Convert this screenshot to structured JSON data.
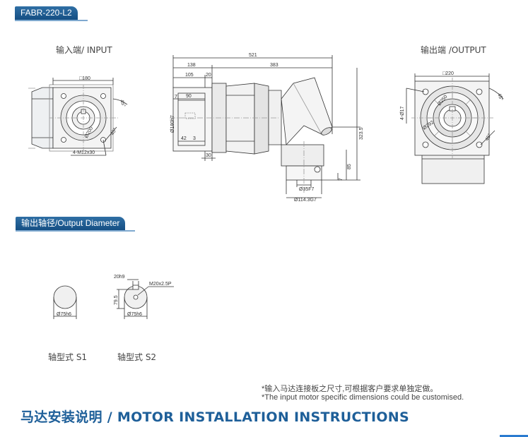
{
  "model_tag": "FABR-220-L2",
  "input_title": "输入端/ INPUT",
  "output_title": "输出端 /OUTPUT",
  "output_diameter_tag": "输出轴径/Output Diameter",
  "shaft_s1": "轴型式 S1",
  "shaft_s2": "轴型式 S2",
  "note_cn": "*输入马达连接板之尺寸,可根据客户要求单独定做。",
  "note_en": "*The input motor specific dimensions could be customised.",
  "section_title": "马达安装说明 / MOTOR INSTALLATION INSTRUCTIONS",
  "dims": {
    "in_square": "□180",
    "in_angle": "45°",
    "in_angle2": "45°",
    "in_bolt": "4-M12x30",
    "in_pcd": "Ø200",
    "total_len": "521",
    "l138": "138",
    "l383": "383",
    "l105": "105",
    "l20": "20",
    "l7": "7",
    "l90": "90",
    "d180": "Ø180h7",
    "l42": "42",
    "l3": "3",
    "l30": "30",
    "h3235": "323.5",
    "h85": "85",
    "h7": "7",
    "d35": "Ø35F7",
    "d1143": "Ø114.3G7",
    "out_square": "□220",
    "out_holes": "4-Ø17",
    "out_pcd": "Ø250",
    "out_d": "Ø292",
    "out_angle": "45°",
    "out_angle2": "45°",
    "s_d75a": "Ø75h6",
    "s_d75b": "Ø75h6",
    "key_w": "20h9",
    "key_h": "79.5",
    "thread": "M20x2.5P"
  }
}
